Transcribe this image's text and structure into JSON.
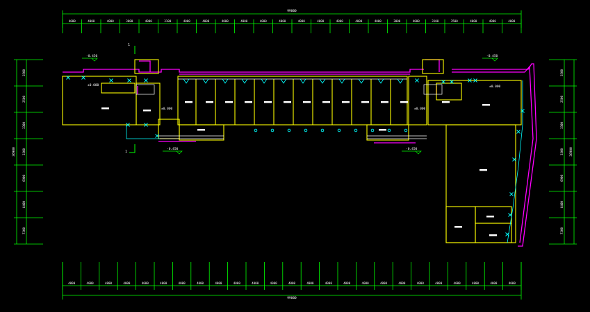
{
  "drawing": {
    "overall_dim": "99000",
    "left_overall_dim": "36900",
    "right_overall_dim": "36900",
    "section_mark": "1",
    "colors": {
      "background": "#000000",
      "dimension": "#00ff00",
      "wall": "#ffff00",
      "pipe": "#ff00ff",
      "fixture": "#00ffff",
      "label": "#ffffff"
    },
    "top_dims": [
      "4000",
      "4000",
      "4000",
      "3000",
      "4000",
      "3100",
      "4000",
      "4000",
      "4000",
      "4000",
      "4000",
      "4000",
      "4000",
      "4000",
      "4000",
      "4000",
      "4000",
      "3000",
      "4000",
      "3100",
      "3500",
      "4000",
      "4000",
      "4000"
    ],
    "bottom_dims": [
      "4000",
      "4000",
      "4000",
      "4000",
      "4000",
      "4000",
      "4000",
      "4000",
      "4000",
      "4000",
      "4000",
      "4000",
      "4000",
      "4000",
      "4000",
      "4000",
      "4000",
      "4000",
      "4000",
      "4000",
      "4000",
      "4000",
      "4000",
      "4000",
      "4000"
    ],
    "left_dims": [
      "3500",
      "2500",
      "3300",
      "3300",
      "6900",
      "8400",
      "7200"
    ],
    "right_dims": [
      "3500",
      "2500",
      "3300",
      "3300",
      "6900",
      "8400",
      "7200"
    ],
    "levels": {
      "tl": "-0.450",
      "tr": "-0.450",
      "bl": "-0.450",
      "br": "-0.450",
      "zero_1": "±0.000",
      "zero_2": "±0.000",
      "zero_3": "±0.000",
      "zero_4": "±0.000"
    }
  }
}
